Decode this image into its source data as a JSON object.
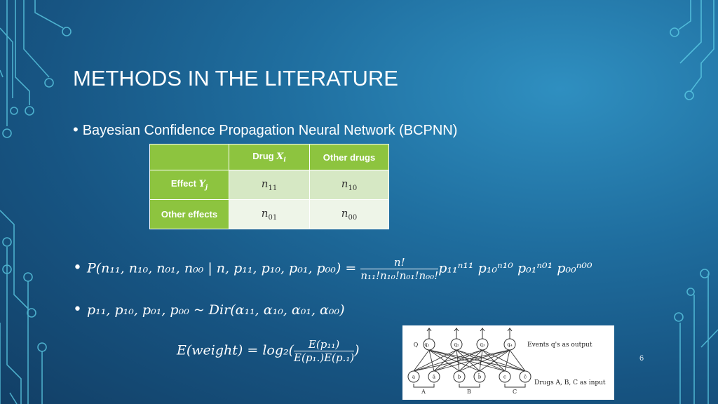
{
  "slide": {
    "title": "METHODS IN THE LITERATURE",
    "bullet1": "Bayesian Confidence Propagation Neural Network (BCPNN)",
    "page_number": "6"
  },
  "table": {
    "header": [
      "",
      "Drug X_i",
      "Other drugs"
    ],
    "header_drug": "Drug",
    "header_drug_var": "X",
    "header_drug_sub": "i",
    "row_labels": [
      "Effect",
      "Other effects"
    ],
    "row1_var": "Y",
    "row1_sub": "j",
    "cells": [
      [
        "n",
        "11",
        "n",
        "10"
      ],
      [
        "n",
        "01",
        "n",
        "00"
      ]
    ]
  },
  "equations": {
    "eq1_lhs": "P(n₁₁, n₁₀, n₀₁, n₀₀ | n, p₁₁, p₁₀, p₀₁, p₀₀) =",
    "eq1_num": "n!",
    "eq1_den": "n₁₁!n₁₀!n₀₁!n₀₀!",
    "eq1_rhs": "p₁₁ⁿ¹¹ p₁₀ⁿ¹⁰ p₀₁ⁿ⁰¹ p₀₀ⁿ⁰⁰",
    "eq2": "p₁₁, p₁₀, p₀₁, p₀₀ ~ Dir(α₁₁, α₁₀, α₀₁, α₀₀)",
    "eq3_lhs": "E(weight) = log₂(",
    "eq3_num": "E(p₁₁)",
    "eq3_den": "E(p₁.)E(p.₁)",
    "eq3_close": ")"
  },
  "diagram": {
    "output_nodes": [
      "q₁",
      "q₂",
      "q₃",
      "q₄"
    ],
    "output_letter": "Q",
    "output_caption": "Events q's as output",
    "input_nodes": [
      "a",
      "ā",
      "b",
      "b̄",
      "c",
      "c̄"
    ],
    "input_groups": [
      "A",
      "B",
      "C"
    ],
    "input_caption": "Drugs A, B, C as input"
  },
  "colors": {
    "table_header": "#8dc43f",
    "table_row1": "#d6e8c4",
    "table_row2": "#eef5e8",
    "circuit_lines": "#5fd0e8"
  }
}
